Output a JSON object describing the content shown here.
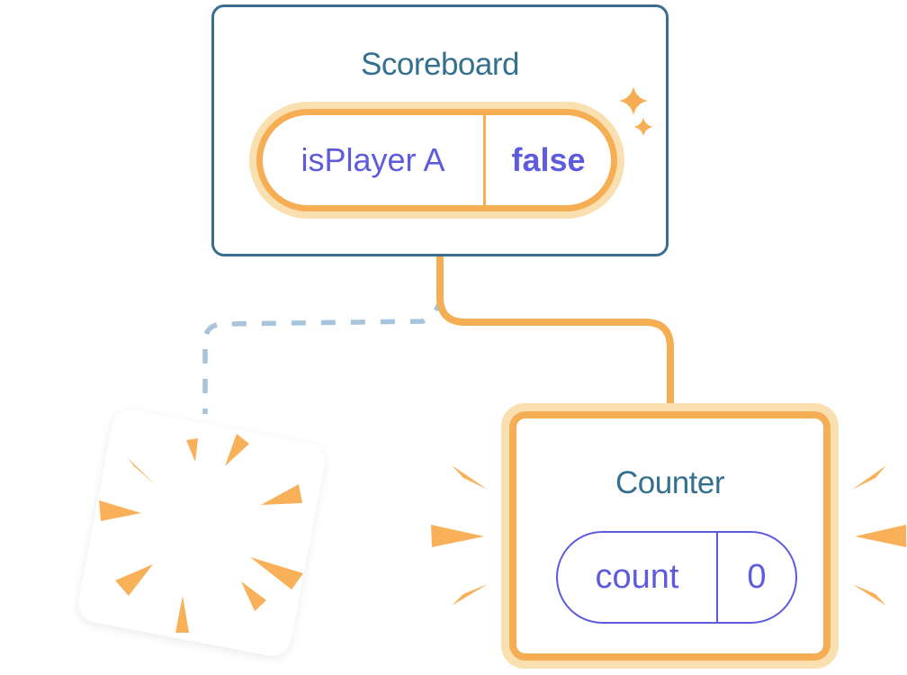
{
  "colors": {
    "teal-text": "#35708E",
    "teal-border": "#3A6D90",
    "orange": "#F6AE54",
    "orange-soft": "#FADFB0",
    "ray-orange": "#F8B158",
    "purple": "#5E5BDC",
    "dash-blue": "#A6C4DC",
    "card-bg": "#FFFFFF",
    "page-bg": "#FFFFFF"
  },
  "scoreboard": {
    "title": "Scoreboard",
    "state": {
      "name": "isPlayer A",
      "value": "false"
    }
  },
  "counter": {
    "title": "Counter",
    "state": {
      "name": "count",
      "value": "0"
    }
  },
  "icons": {
    "sparkles": "sparkle-icon (4-point star, orange)",
    "poof": "poof-burst-icon (orange rays on tilted white square, destroyed component)",
    "emphasis": "emphasis-rays-icon (orange attention rays flanking Counter)"
  },
  "connectors": {
    "solid": "scoreboard-to-counter",
    "dashed": "scoreboard-to-removed-component"
  }
}
